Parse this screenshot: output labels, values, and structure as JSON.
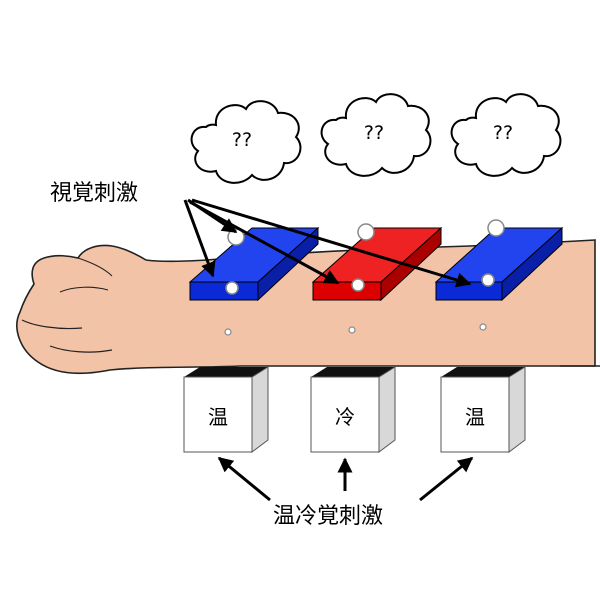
{
  "clouds": [
    {
      "text": "??"
    },
    {
      "text": "??"
    },
    {
      "text": "??"
    }
  ],
  "visual_label": "視覚刺激",
  "thermal_label": "温冷覚刺激",
  "stimulators": [
    {
      "text": "温"
    },
    {
      "text": "冷"
    },
    {
      "text": "温"
    }
  ],
  "colors": {
    "skin": "#f2c3a6",
    "blue_pad": "#1133dd",
    "red_pad": "#ee1111",
    "box_side": "#dddddd",
    "box_top": "#111111"
  }
}
